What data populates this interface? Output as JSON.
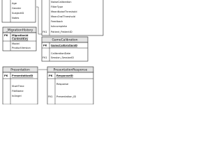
{
  "tables": {
    "patient": {
      "fields": [
        "Age",
        "Gender",
        "SubjectID",
        "Notes"
      ]
    },
    "migration_history": {
      "title": "_MigrationHistory",
      "keys": [
        "PK",
        "",
        "",
        ""
      ],
      "fields": [
        "MigrationId",
        "ContextKey",
        "Model",
        "ProductVersion"
      ]
    },
    "game_settings": {
      "fields": [
        "NoiseCalibration",
        "FilterType",
        "MeanNoiseThreshold",
        "MeanOralThreshold",
        "Feedback",
        "IsIncomplete",
        "Patient_PatientID"
      ],
      "keys": [
        "",
        "",
        "",
        "",
        "",
        "",
        "FK1"
      ]
    },
    "game_calibration": {
      "title": "GameCalibration",
      "keys": [
        "PK",
        "",
        "",
        "FK1"
      ],
      "fields": [
        "GameCalibrationID",
        "",
        "CalibrationDate",
        "Session_SessionID"
      ]
    },
    "presentation": {
      "title": "Presentation",
      "keys": [
        "PK",
        "",
        "",
        ""
      ],
      "fields": [
        "PresentationID",
        "StartTime",
        "FileName",
        "InAngel"
      ]
    },
    "presentation_response": {
      "title": "PresentationResponse",
      "keys": [
        "PK",
        "",
        "FK1"
      ],
      "fields": [
        "ResponseID",
        "Response",
        "Presentation_ID"
      ]
    }
  }
}
